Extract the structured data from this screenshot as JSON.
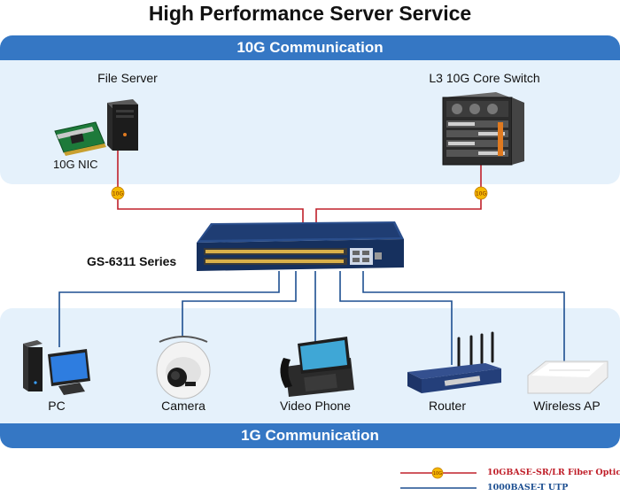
{
  "title": "High Performance Server Service",
  "top_band": "10G Communication",
  "bottom_band": "1G Communication",
  "devices": {
    "file_server": "File Server",
    "nic": "10G NIC",
    "core_switch": "L3 10G Core Switch",
    "switch_series": "GS-6311 Series",
    "pc": "PC",
    "camera": "Camera",
    "video_phone": "Video Phone",
    "router": "Router",
    "wireless_ap": "Wireless AP"
  },
  "badge": "10G",
  "legend": {
    "fiber": "10GBASE-SR/LR Fiber Optic",
    "utp": "1000BASE-T UTP",
    "fiber_color": "#c0202a",
    "utp_color": "#1d4f91"
  },
  "colors": {
    "band": "#3577c4",
    "panel": "#e5f1fb",
    "badge": "#f5b800"
  }
}
